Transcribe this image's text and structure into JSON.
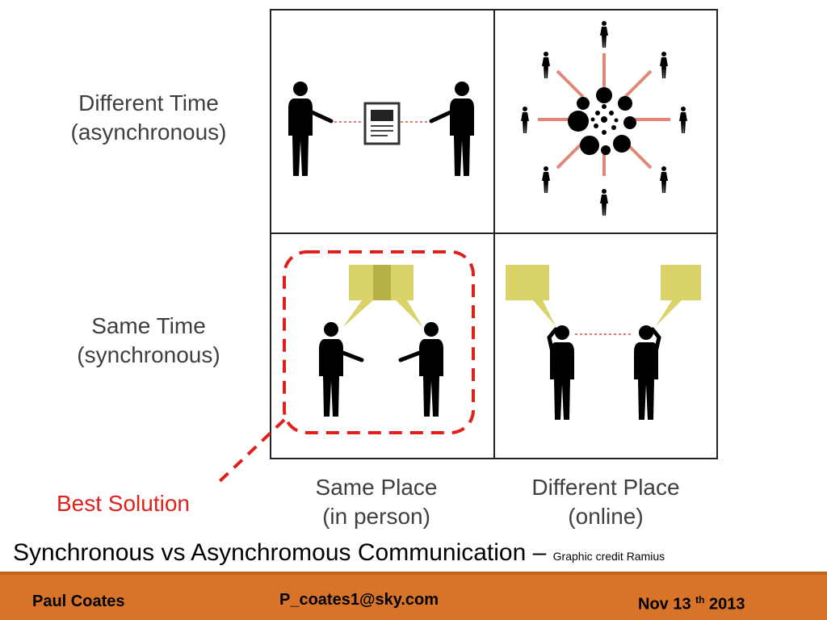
{
  "rows": [
    {
      "line1": "Different Time",
      "line2": "(asynchronous)"
    },
    {
      "line1": "Same Time",
      "line2": "(synchronous)"
    }
  ],
  "columns": [
    {
      "line1": "Same Place",
      "line2": "(in person)"
    },
    {
      "line1": "Different Place",
      "line2": "(online)"
    }
  ],
  "callout": "Best Solution",
  "caption": {
    "main": "Synchronous vs Asynchromous Communication – ",
    "credit": "Graphic credit Ramius"
  },
  "footer": {
    "name": "Paul Coates",
    "email": "P_coates1@sky.com",
    "date_prefix": "Nov 13 ",
    "date_sup": "th",
    "date_suffix": " 2013"
  },
  "colors": {
    "accent": "#d8742a",
    "callout": "#e0201c",
    "bubble": "#d9d36a",
    "link": "#e07a70"
  }
}
